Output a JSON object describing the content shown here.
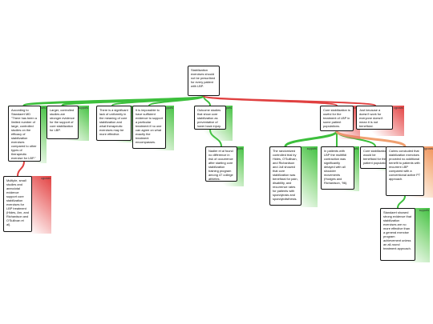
{
  "colors": {
    "support": "#3cbf3c",
    "oppose": "#e04040",
    "mixed": "#f0a070",
    "border": "#111111"
  },
  "nodes": [
    {
      "id": "root",
      "text": "Stabilization exercises should not be prescribed for every patient with LBP.",
      "tag": ""
    },
    {
      "id": "n1",
      "text": "According to Standaert MD \"There has been a limited number of large, controlled studies on the efficacy of stabilization exercises compared to other types of therapeutic exercise for LBP.\"",
      "tag": "supports"
    },
    {
      "id": "n2",
      "text": "Larger, controlled studies are stronger evidence for the support of core stabilization for LBP.",
      "tag": "supports"
    },
    {
      "id": "n3",
      "text": "There is a significant lack of uniformity in the meaning of core stabilization and what therapeutic exercises may be more effective.",
      "tag": "supports"
    },
    {
      "id": "n4",
      "text": "It is impossible to have sufficient evidence to support a particular treatment if no one can agree on what exactly the treatment encompasses.",
      "tag": "supports"
    },
    {
      "id": "n5",
      "text": "Outcome studies that show core stabilization as preventative of lower back injury.",
      "tag": "supports"
    },
    {
      "id": "n6",
      "text": "Core stabilization is useful for the treatment of LBP in some patient populations.",
      "tag": "opposes"
    },
    {
      "id": "n7",
      "text": "Just because a doesn't work for everyone doesn't mean it is not beneficial.",
      "tag": "opposes"
    },
    {
      "id": "n8",
      "text": "Multiple, small studies and anecdotal evidence support core stabilization exercises for LBP treatment (Hides, Arn, and Richardson and O'Sullivan et al).",
      "tag": "opposes"
    },
    {
      "id": "n9",
      "text": "Nadler et al found no difference in risk of occurrence after starting core stabilization training program among 47 college athletes.",
      "tag": "supports"
    },
    {
      "id": "n10",
      "text": "The randomized controlled trial by Hides, O'Sullivan, and Richardson and Jull showed that core stabilization was beneficial for pain, disability, and recurrence rates for patients with spondylosis and spondylolisthesis.",
      "tag": "supports"
    },
    {
      "id": "n11",
      "text": "In patients with LBP the multifidi contraction was significantly delayed with all shoulder movements (Hodges and Richardson, '96).",
      "tag": "supports"
    },
    {
      "id": "n12",
      "text": "Core stabilization would be beneficial for this patient population.",
      "tag": "supports"
    },
    {
      "id": "n13",
      "text": "Cairns concluded that stabilization exercises provided no additional benefit to patients with recurrent LBP compared with a conventional active PT approach.",
      "tag": "opposes"
    },
    {
      "id": "n14",
      "text": "Standaert showed strong evidence that stabilization exercises are no more effective than a general exercise program achievement unless an all-round treatment approach.",
      "tag": "supports"
    }
  ]
}
